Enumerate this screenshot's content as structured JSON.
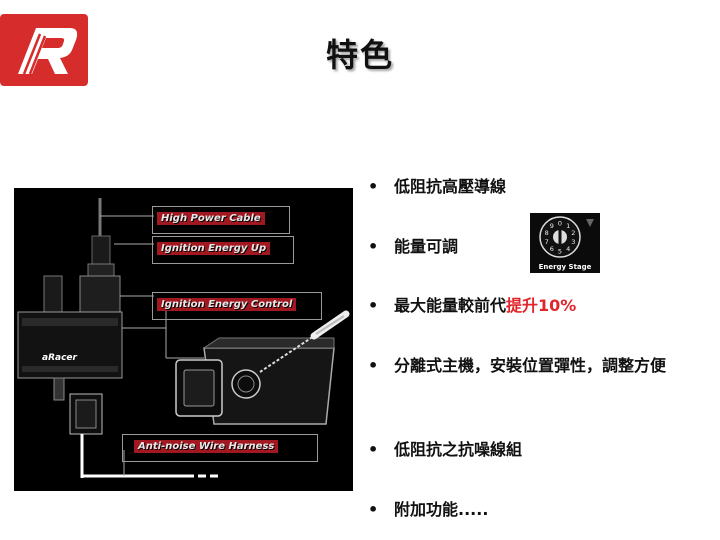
{
  "header": {
    "title": "特色"
  },
  "diagram": {
    "labels": {
      "high_power_cable": "High Power Cable",
      "ignition_energy_up": "Ignition Energy Up",
      "ignition_energy_control": "Ignition Energy Control",
      "anti_noise": "Anti-noise Wire Harness"
    },
    "brand": "aRacer"
  },
  "features": [
    {
      "text": "低阻抗高壓導線"
    },
    {
      "text": "能量可調"
    },
    {
      "text": "最大能量較前代",
      "highlight": "提升10%"
    },
    {
      "text": "分離式主機，安裝位置彈性，調整方便"
    },
    {
      "text": "低阻抗之抗噪線組"
    },
    {
      "text": "附加功能....."
    }
  ],
  "dial": {
    "label": "Energy Stage",
    "digits": [
      "0",
      "1",
      "2",
      "3",
      "4",
      "5",
      "6",
      "7",
      "8",
      "9"
    ]
  },
  "colors": {
    "accent": "#e0262b",
    "logo_red": "#d62c2c",
    "tag_red": "#a11820"
  },
  "icons": {
    "logo": "racing-r-logo",
    "bullet": "bullet-dot"
  }
}
